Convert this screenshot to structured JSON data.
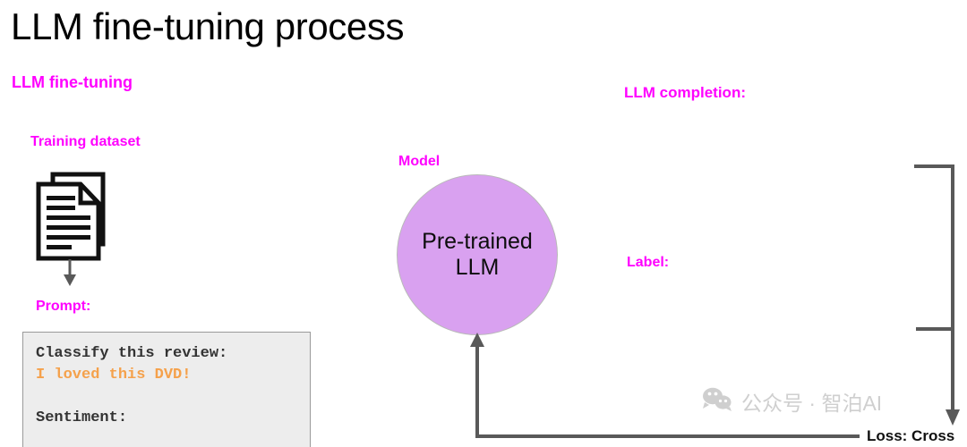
{
  "slide": {
    "title": "LLM fine-tuning process",
    "background": "#ffffff"
  },
  "colors": {
    "label_magenta": "#FF00FF",
    "model_fill": "#D9A1F0",
    "prompt_box_bg": "#EDEDED",
    "prompt_accent": "#F5A14B",
    "prompt_text": "#333333",
    "arrow_gray": "#595959",
    "watermark_gray": "#cfcfcf",
    "title_black": "#000000"
  },
  "labels": {
    "fine_tuning": "LLM fine-tuning",
    "training_dataset": "Training dataset",
    "prompt": "Prompt:",
    "model": "Model",
    "llm_completion": "LLM completion:",
    "label": "Label:",
    "loss": "Loss: Cross"
  },
  "prompt_box": {
    "lines": [
      {
        "text": "Classify this review:",
        "style": "dark"
      },
      {
        "text": "I loved this DVD!",
        "style": "accent"
      },
      {
        "text": " ",
        "style": "blank"
      },
      {
        "text": "Sentiment:",
        "style": "dark"
      }
    ]
  },
  "model": {
    "line1": "Pre-trained",
    "line2": "LLM"
  },
  "icons": {
    "document_stack": "document-stack-icon",
    "arrow_down": "arrow-down-icon",
    "arrow_up": "arrow-up-icon",
    "bracket": "bracket-connector-icon",
    "wechat": "wechat-icon"
  },
  "watermark": {
    "text": "公众号 · 智泊AI"
  }
}
